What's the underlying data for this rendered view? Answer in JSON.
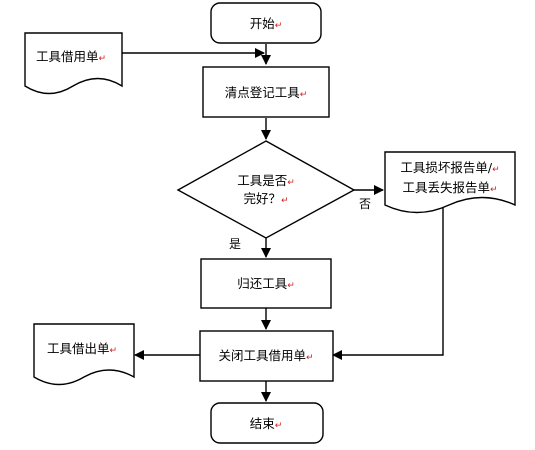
{
  "nodes": {
    "start": {
      "text": "开始"
    },
    "borrow_form": {
      "text": "工具借用单"
    },
    "inventory": {
      "text": "清点登记工具"
    },
    "check": {
      "line1": "工具是否",
      "line2": "完好？"
    },
    "damage_report": {
      "line1": "工具损坏报告单/",
      "line2": "工具丢失报告单"
    },
    "return_tools": {
      "text": "归还工具"
    },
    "close_form": {
      "text": "关闭工具借用单"
    },
    "lend_out_form": {
      "text": "工具借出单"
    },
    "end": {
      "text": "结束"
    }
  },
  "branches": {
    "yes": "是",
    "no": "否"
  },
  "marks": {
    "paragraph": "↵"
  },
  "colors": {
    "stroke": "#000000",
    "fill": "#ffffff",
    "mark": "#d02020"
  }
}
